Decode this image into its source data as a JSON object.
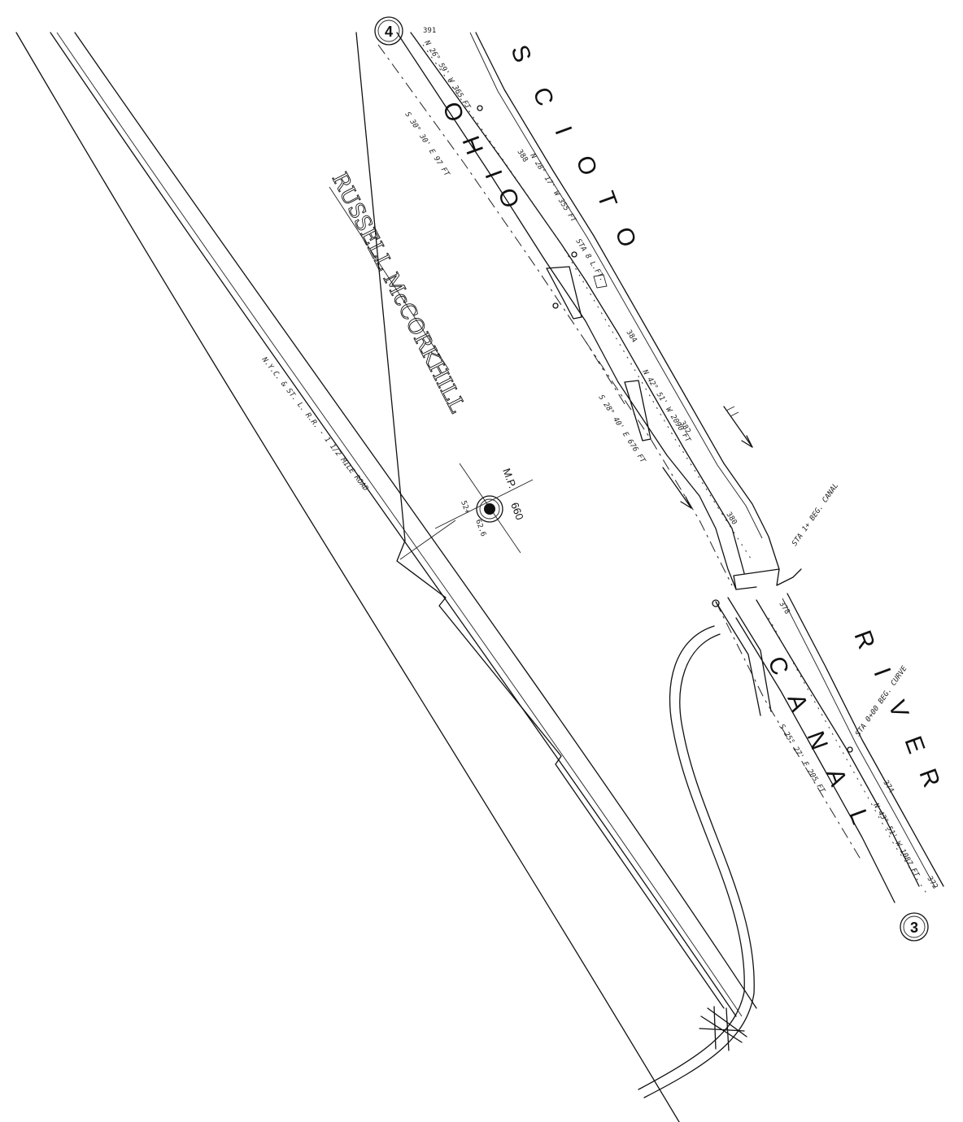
{
  "sheet_markers": {
    "top": "4",
    "bottom": "3"
  },
  "labels": {
    "scioto_river_top": [
      "S",
      "C",
      "I",
      "O",
      "T",
      "O"
    ],
    "river_bottom": [
      "R",
      "I",
      "V",
      "E",
      "R"
    ],
    "ohio_top": [
      "O",
      "H",
      "I",
      "O"
    ],
    "canal_bottom": [
      "C",
      "A",
      "N",
      "A",
      "L"
    ],
    "owner": "RUSSELL McCORKHILL"
  },
  "milepost": {
    "label": "M.P.",
    "number": "660",
    "station": "52+",
    "station_dist": "62.6"
  },
  "elevations": [
    "391",
    "388",
    "384",
    "382",
    "380",
    "378",
    "374",
    "372"
  ],
  "bearings": {
    "b1": "S 30° 30' E 97 FT",
    "b2": "S 28° 40' E 676 FT",
    "b3": "S 25° 27' E 205 FT",
    "b4": "N 42° 51' W 2090 FT",
    "b5": "N 28° 17' W 355 FT",
    "b6": "N 43° 51' W 1087 FT",
    "b7": "N 26° 59' W 365 FT",
    "railroad": "N.Y.C. & ST. L. R.R. - 1 1/2 MILE ROAD"
  },
  "notes": {
    "n1": "STA 1+ BEG. CANAL",
    "n2": "STA 0+00 BEG. CURVE",
    "n3": "STA 8 L.FT."
  }
}
